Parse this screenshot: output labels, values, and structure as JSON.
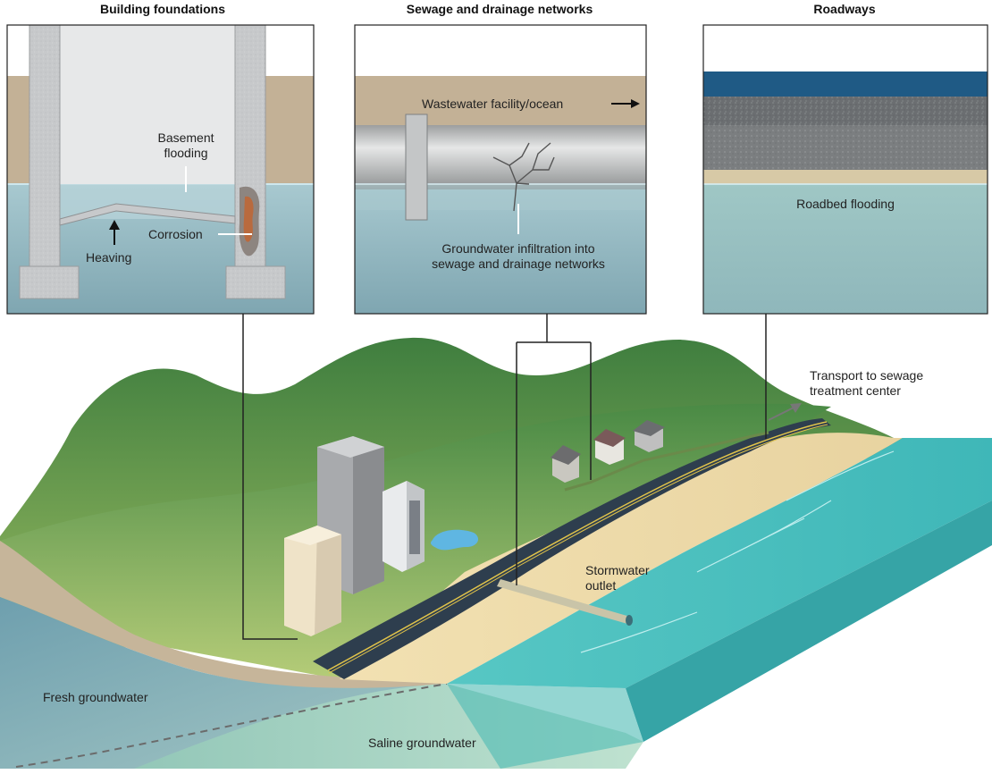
{
  "panels": {
    "building_title": "Building foundations",
    "sewage_title": "Sewage and drainage networks",
    "road_title": "Roadways"
  },
  "building_panel": {
    "basement_flooding": "Basement\nflooding",
    "corrosion": "Corrosion",
    "heaving": "Heaving"
  },
  "sewage_panel": {
    "wastewater": "Wastewater facility/ocean",
    "infiltration": "Groundwater infiltration into\nsewage and drainage networks"
  },
  "road_panel": {
    "roadbed_flooding": "Roadbed flooding"
  },
  "landscape": {
    "transport": "Transport to sewage\ntreatment center",
    "stormwater_outlet": "Stormwater\noutlet",
    "fresh_groundwater": "Fresh groundwater",
    "saline_groundwater": "Saline groundwater"
  },
  "colors": {
    "hill_light": "#8fb85a",
    "hill_dark": "#3f7e3f",
    "sand": "#efdcaa",
    "ocean": "#4cc3c2",
    "ocean_side": "#3aa9aa",
    "fresh_groundwater": "#7fa9b4",
    "saline_groundwater": "#9fcfb8",
    "soil": "#c2b096",
    "panel_water": "#8fb3bd",
    "road_blue": "#1f5a85"
  }
}
